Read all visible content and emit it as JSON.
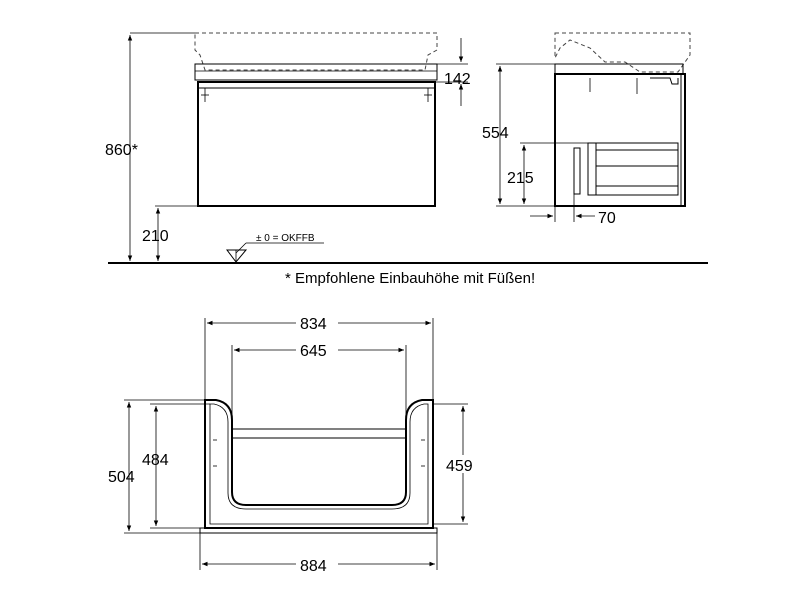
{
  "front_view": {
    "height_total": "860*",
    "height_gap": "142",
    "height_feet": "210",
    "floor_mark": "± 0 = OKFFB"
  },
  "side_view": {
    "height_cabinet": "554",
    "height_drawer": "215",
    "depth_offset": "70"
  },
  "footnote": "* Empfohlene Einbauhöhe mit Füßen!",
  "top_view": {
    "width_outer": "834",
    "width_inner": "645",
    "width_total": "884",
    "depth_outer": "504",
    "depth_inner": "484",
    "depth_right": "459"
  }
}
